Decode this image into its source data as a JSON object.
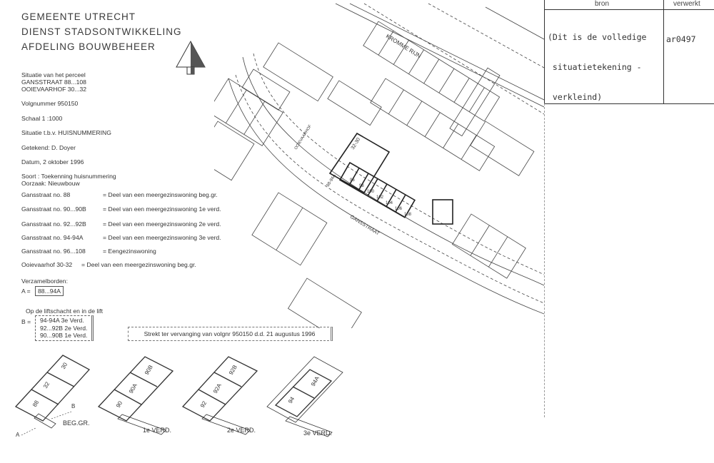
{
  "header": {
    "line1": "GEMEENTE  UTRECHT",
    "line2": "DIENST STADSONTWIKKELING",
    "line3": "AFDELING BOUWBEHEER"
  },
  "info": {
    "situatie_label": "Situatie van het perceel",
    "address1": "GANSSTRAAT 88...108",
    "address2": "OOIEVAARHOF 30...32",
    "volgnummer": "Volgnummer 950150",
    "schaal": "Schaal 1 :1000",
    "situatie_tbv": "Situatie t.b.v. HUISNUMMERING",
    "getekend": "Getekend: D. Doyer",
    "datum": "Datum, 2 oktober 1996",
    "soort": "Soort : Toekenning huisnummering",
    "oorzaak": "Oorzaak: Nieuwbouw"
  },
  "legend": [
    {
      "address": "Gansstraat no. 88",
      "desc": "= Deel van een meergezinswoning beg.gr."
    },
    {
      "address": "Gansstraat no. 90...90B",
      "desc": "= Deel van een meergezinswoning 1e verd."
    },
    {
      "address": "Gansstraat no. 92...92B",
      "desc": "= Deel van een meergezinswoning 2e verd."
    },
    {
      "address": "Gansstraat no. 94-94A",
      "desc": "= Deel van een meergezinswoning 3e verd."
    },
    {
      "address": "Gansstraat no. 96...108",
      "desc": "= Eengezinswoning"
    },
    {
      "address": "Ooievaarhof 30-32",
      "desc": "= Deel van een meergezinswoning beg.gr."
    }
  ],
  "verzamelborden": {
    "title": "Verzamelborden:",
    "a_label": "A =",
    "a_value": "88...94A",
    "lift_title": "Op de liftschacht en in de lift",
    "b_label": "B =",
    "b_lines": [
      "94-94A 3e Verd.",
      "92...92B 2e Verd.",
      "90...90B 1e Verd."
    ]
  },
  "strekt": "Strekt ter vervanging van volgnr 950150 d.d. 21 augustus 1996",
  "table": {
    "col1_header": "bron",
    "col2_header": "verwerkt",
    "bron_lines": [
      "(Dit is de volledige",
      " situatietekening -",
      " verkleind)"
    ],
    "verwerkt": "ar0497"
  },
  "map": {
    "river": "KROMME RIJN",
    "street_main": "GANSSTRAAT",
    "street_hof": "OOIEVAARHOF",
    "block_a": "32-30",
    "block_b": "88-94A",
    "houses": [
      "96",
      "98",
      "100",
      "102",
      "104",
      "106",
      "108"
    ]
  },
  "floorplans": [
    {
      "caption": "BEG.GR.",
      "units": [
        "88",
        "32",
        "30"
      ],
      "marker_a": "A",
      "marker_b": "B"
    },
    {
      "caption": "1e VERD.",
      "units": [
        "90",
        "90A",
        "90B"
      ]
    },
    {
      "caption": "2e VERD.",
      "units": [
        "92",
        "92A",
        "92B"
      ]
    },
    {
      "caption": "3e VERD.",
      "units": [
        "94",
        "94A"
      ]
    }
  ]
}
